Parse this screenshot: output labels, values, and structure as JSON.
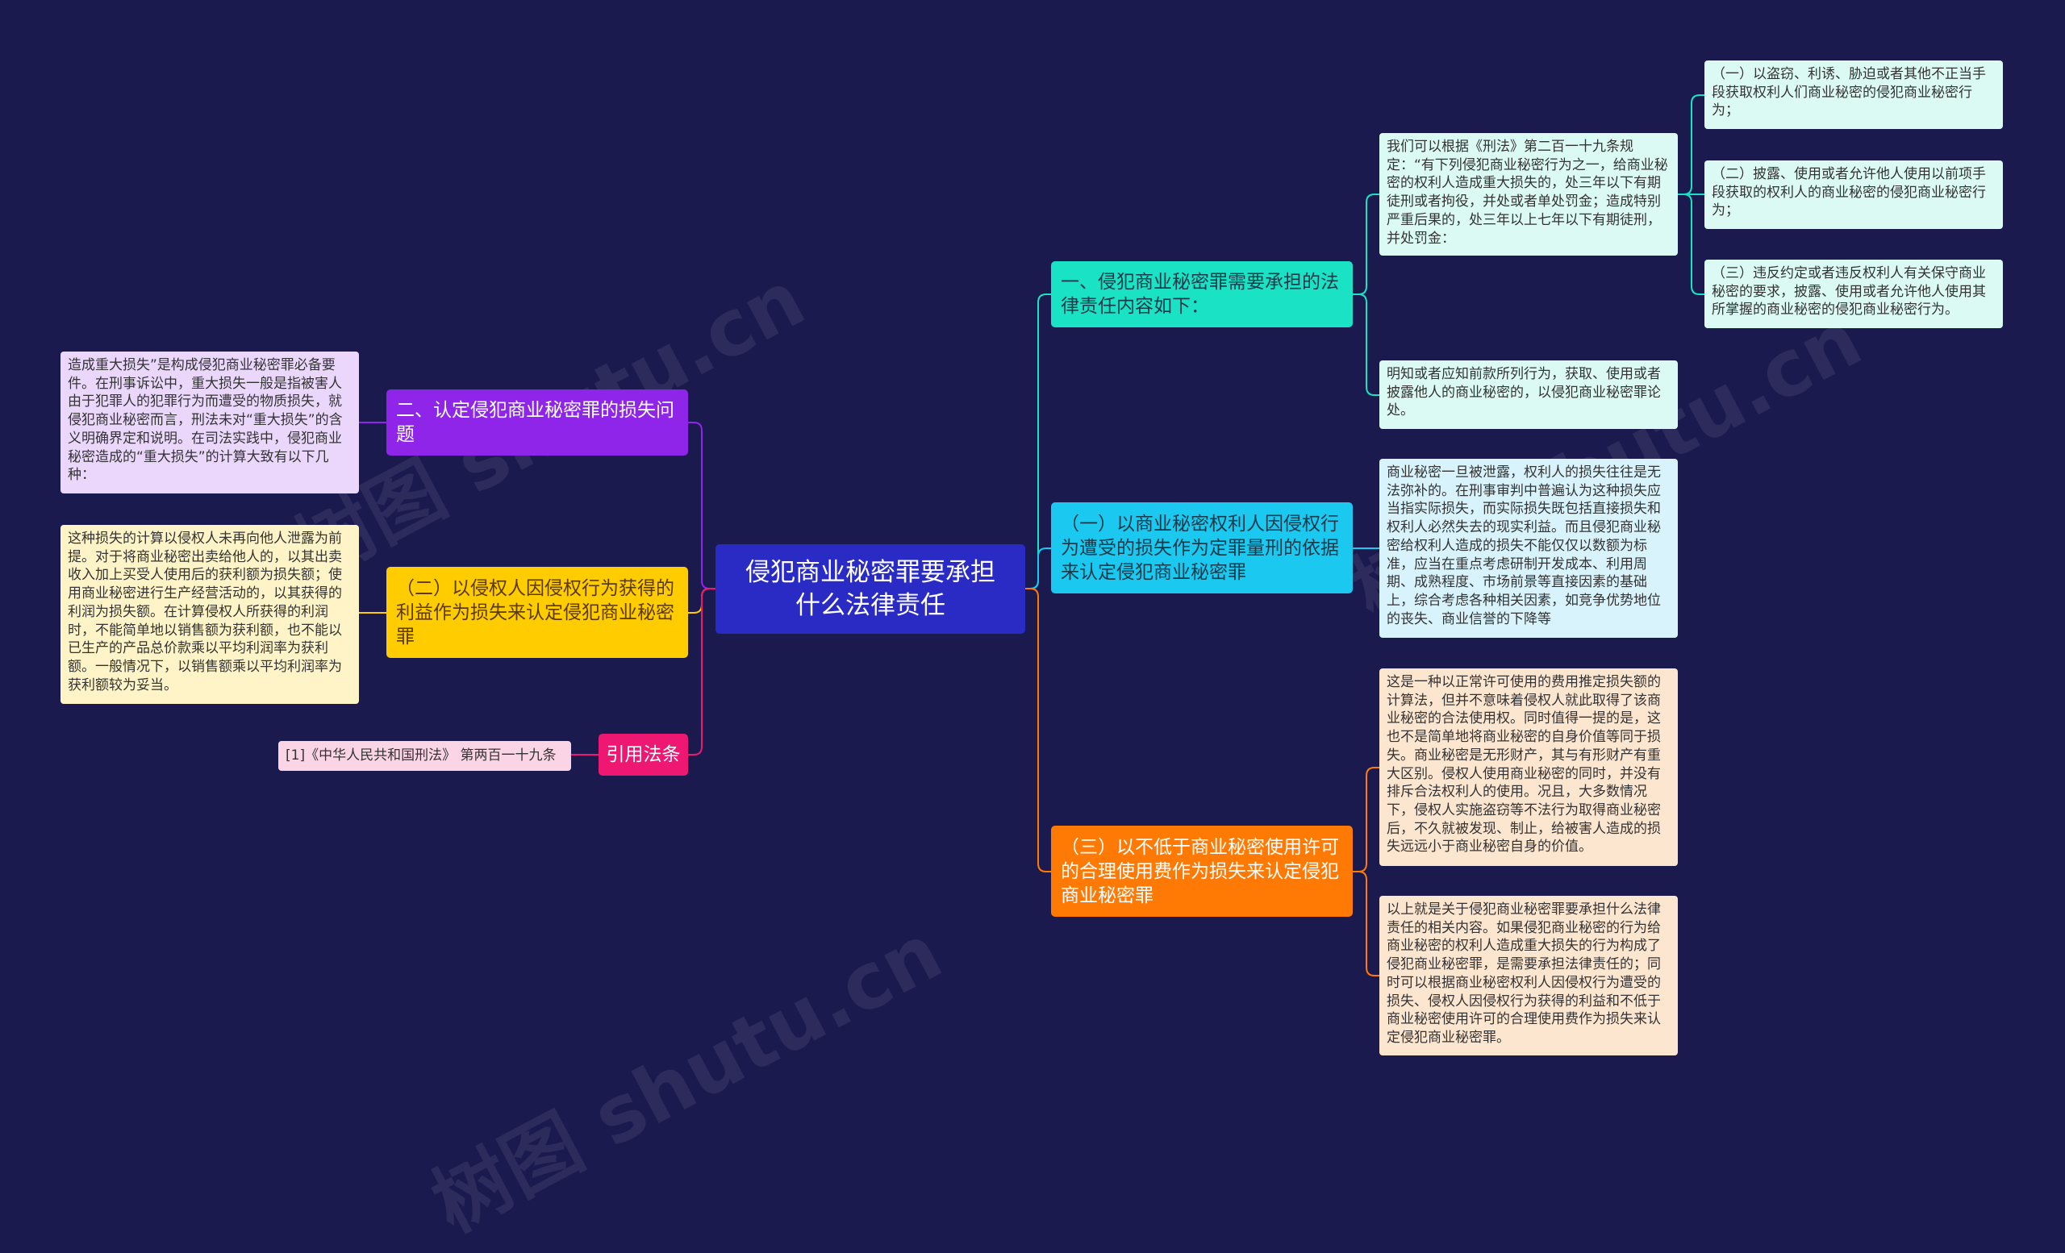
{
  "root": {
    "title": "侵犯商业秘密罪要承担什么法律责任"
  },
  "branches": {
    "b1": {
      "label": "一、侵犯商业秘密罪需要承担的法律责任内容如下：",
      "color": "#19e3c4"
    },
    "b2": {
      "label": "（一）以商业秘密权利人因侵权行为遭受的损失作为定罪量刑的依据来认定侵犯商业秘密罪",
      "color": "#1bc8ef"
    },
    "b3": {
      "label": "（三）以不低于商业秘密使用许可的合理使用费作为损失来认定侵犯商业秘密罪",
      "color": "#ff7a05"
    },
    "b4": {
      "label": "二、认定侵犯商业秘密罪的损失问题",
      "color": "#8e25e9"
    },
    "b5": {
      "label": "（二）以侵权人因侵权行为获得的利益作为损失来认定侵犯商业秘密罪",
      "color": "#ffcc00"
    },
    "b6": {
      "label": "引用法条",
      "color": "#ee1872"
    }
  },
  "leaves": {
    "l1": {
      "text": "我们可以根据《刑法》第二百一十九条规定：“有下列侵犯商业秘密行为之一，给商业秘密的权利人造成重大损失的，处三年以下有期徒刑或者拘役，并处或者单处罚金；造成特别严重后果的，处三年以上七年以下有期徒刑，并处罚金："
    },
    "l1a": {
      "text": "（一）以盗窃、利诱、胁迫或者其他不正当手段获取权利人们商业秘密的侵犯商业秘密行为；"
    },
    "l1b": {
      "text": "（二）披露、使用或者允许他人使用以前项手段获取的权利人的商业秘密的侵犯商业秘密行为；"
    },
    "l1c": {
      "text": "（三）违反约定或者违反权利人有关保守商业秘密的要求，披露、使用或者允许他人使用其所掌握的商业秘密的侵犯商业秘密行为。"
    },
    "l2": {
      "text": "明知或者应知前款所列行为，获取、使用或者披露他人的商业秘密的，以侵犯商业秘密罪论处。"
    },
    "l3": {
      "text": "商业秘密一旦被泄露，权利人的损失往往是无法弥补的。在刑事审判中普遍认为这种损失应当指实际损失，而实际损失既包括直接损失和权利人必然失去的现实利益。而且侵犯商业秘密给权利人造成的损失不能仅仅以数额为标准，应当在重点考虑研制开发成本、利用周期、成熟程度、市场前景等直接因素的基础上，综合考虑各种相关因素，如竞争优势地位的丧失、商业信誉的下降等"
    },
    "l4": {
      "text": "这是一种以正常许可使用的费用推定损失额的计算法，但并不意味着侵权人就此取得了该商业秘密的合法使用权。同时值得一提的是，这也不是简单地将商业秘密的自身价值等同于损失。商业秘密是无形财产，其与有形财产有重大区别。侵权人使用商业秘密的同时，并没有排斥合法权利人的使用。况且，大多数情况下，侵权人实施盗窃等不法行为取得商业秘密后，不久就被发现、制止，给被害人造成的损失远远小于商业秘密自身的价值。"
    },
    "l5": {
      "text": "以上就是关于侵犯商业秘密罪要承担什么法律责任的相关内容。如果侵犯商业秘密的行为给商业秘密的权利人造成重大损失的行为构成了侵犯商业秘密罪，是需要承担法律责任的；同时可以根据商业秘密权利人因侵权行为遭受的损失、侵权人因侵权行为获得的利益和不低于商业秘密使用许可的合理使用费作为损失来认定侵犯商业秘密罪。"
    },
    "l6": {
      "text": "造成重大损失”是构成侵犯商业秘密罪必备要件。在刑事诉讼中，重大损失一般是指被害人由于犯罪人的犯罪行为而遭受的物质损失，就侵犯商业秘密而言，刑法未对“重大损失”的含义明确界定和说明。在司法实践中，侵犯商业秘密造成的“重大损失”的计算大致有以下几种："
    },
    "l7": {
      "text": "这种损失的计算以侵权人未再向他人泄露为前提。对于将商业秘密出卖给他人的，以其出卖收入加上买受人使用后的获利额为损失额；使用商业秘密进行生产经营活动的，以其获得的利润为损失额。在计算侵权人所获得的利润时，不能简单地以销售额为获利额，也不能以已生产的产品总价款乘以平均利润率为获利额。一般情况下，以销售额乘以平均利润率为获利额较为妥当。"
    },
    "l8": {
      "text": "[1]《中华人民共和国刑法》 第两百一十九条"
    }
  },
  "watermarks": [
    "树图 shutu.cn",
    "树图 shutu.cn",
    "树图 shutu.cn"
  ]
}
